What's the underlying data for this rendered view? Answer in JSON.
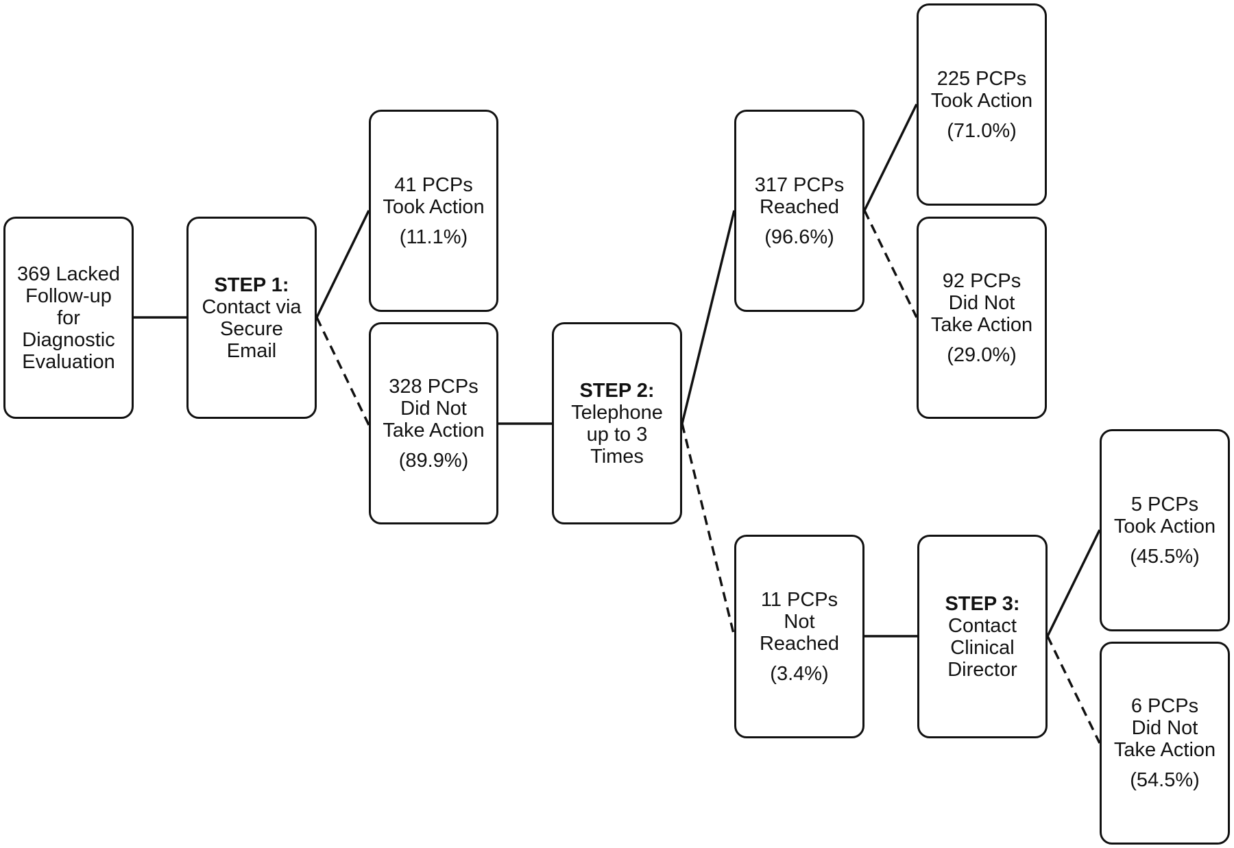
{
  "nodes": {
    "start": {
      "lines": [
        "369 Lacked",
        "Follow-up",
        "for",
        "Diagnostic",
        "Evaluation"
      ]
    },
    "step1": {
      "step": "STEP 1:",
      "lines": [
        "Contact via",
        "Secure",
        "Email"
      ]
    },
    "s1_took": {
      "lines": [
        "41 PCPs",
        "Took Action"
      ],
      "pct": "(11.1%)"
    },
    "s1_not": {
      "lines": [
        "328 PCPs",
        "Did Not",
        "Take Action"
      ],
      "pct": "(89.9%)"
    },
    "step2": {
      "step": "STEP 2:",
      "lines": [
        "Telephone",
        "up to 3",
        "Times"
      ]
    },
    "s2_reached": {
      "lines": [
        "317 PCPs",
        "Reached"
      ],
      "pct": "(96.6%)"
    },
    "s2_not_reached": {
      "lines": [
        "11 PCPs",
        "Not",
        "Reached"
      ],
      "pct": "(3.4%)"
    },
    "r_took": {
      "lines": [
        "225 PCPs",
        "Took Action"
      ],
      "pct": "(71.0%)"
    },
    "r_not": {
      "lines": [
        "92 PCPs",
        "Did Not",
        "Take Action"
      ],
      "pct": "(29.0%)"
    },
    "step3": {
      "step": "STEP 3:",
      "lines": [
        "Contact",
        "Clinical",
        "Director"
      ]
    },
    "s3_took": {
      "lines": [
        "5 PCPs",
        "Took Action"
      ],
      "pct": "(45.5%)"
    },
    "s3_not": {
      "lines": [
        "6 PCPs",
        "Did Not",
        "Take Action"
      ],
      "pct": "(54.5%)"
    }
  },
  "connector_styles": {
    "solid": "action taken / reached",
    "dashed": "no action / not reached"
  },
  "colors": {
    "stroke": "#111111",
    "background": "#ffffff"
  }
}
